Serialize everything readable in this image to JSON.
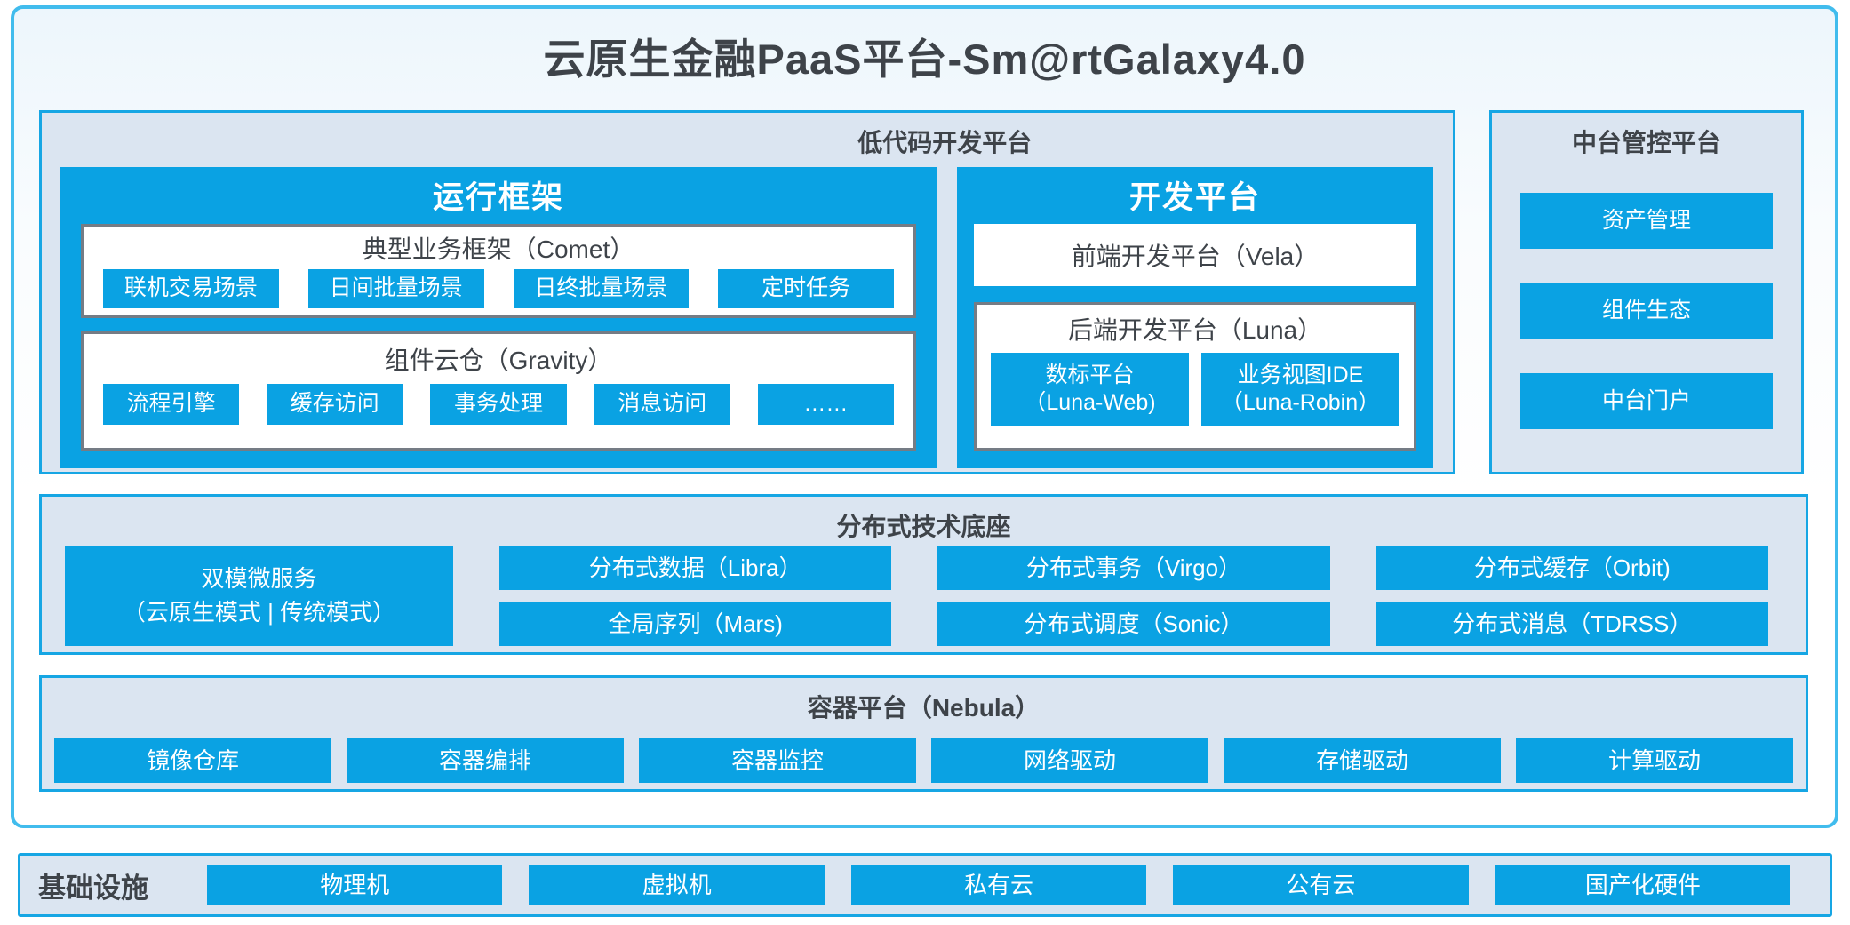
{
  "title": "云原生金融PaaS平台-Sm@rtGalaxy4.0",
  "colors": {
    "primary_blue": "#0aa2e3",
    "panel_background": "#dbe5f1",
    "panel_border": "#16a6e4",
    "outer_border": "#41bced",
    "dark_text": "#3e4349",
    "white_box_border": "#757c85"
  },
  "low_code": {
    "label": "低代码开发平台",
    "runtime": {
      "title": "运行框架",
      "comet": {
        "title": "典型业务框架（Comet）",
        "items": [
          "联机交易场景",
          "日间批量场景",
          "日终批量场景",
          "定时任务"
        ]
      },
      "gravity": {
        "title": "组件云仓（Gravity）",
        "items": [
          "流程引擎",
          "缓存访问",
          "事务处理",
          "消息访问",
          "……"
        ]
      }
    },
    "dev": {
      "title": "开发平台",
      "vela": "前端开发平台（Vela）",
      "luna": {
        "title": "后端开发平台（Luna）",
        "items": [
          {
            "line1": "数标平台",
            "line2": "（Luna-Web)"
          },
          {
            "line1": "业务视图IDE",
            "line2": "（Luna-Robin）"
          }
        ]
      }
    }
  },
  "mid_platform": {
    "label": "中台管控平台",
    "items": [
      "资产管理",
      "组件生态",
      "中台门户"
    ]
  },
  "distributed": {
    "label": "分布式技术底座",
    "dual_mode": {
      "line1": "双模微服务",
      "line2": "（云原生模式 | 传统模式）"
    },
    "columns": [
      [
        "分布式数据（Libra）",
        "全局序列（Mars)"
      ],
      [
        "分布式事务（Virgo）",
        "分布式调度（Sonic）"
      ],
      [
        "分布式缓存（Orbit)",
        "分布式消息（TDRSS）"
      ]
    ]
  },
  "container_platform": {
    "label": "容器平台（Nebula）",
    "items": [
      "镜像仓库",
      "容器编排",
      "容器监控",
      "网络驱动",
      "存储驱动",
      "计算驱动"
    ]
  },
  "infrastructure": {
    "label": "基础设施",
    "items": [
      "物理机",
      "虚拟机",
      "私有云",
      "公有云",
      "国产化硬件"
    ]
  }
}
